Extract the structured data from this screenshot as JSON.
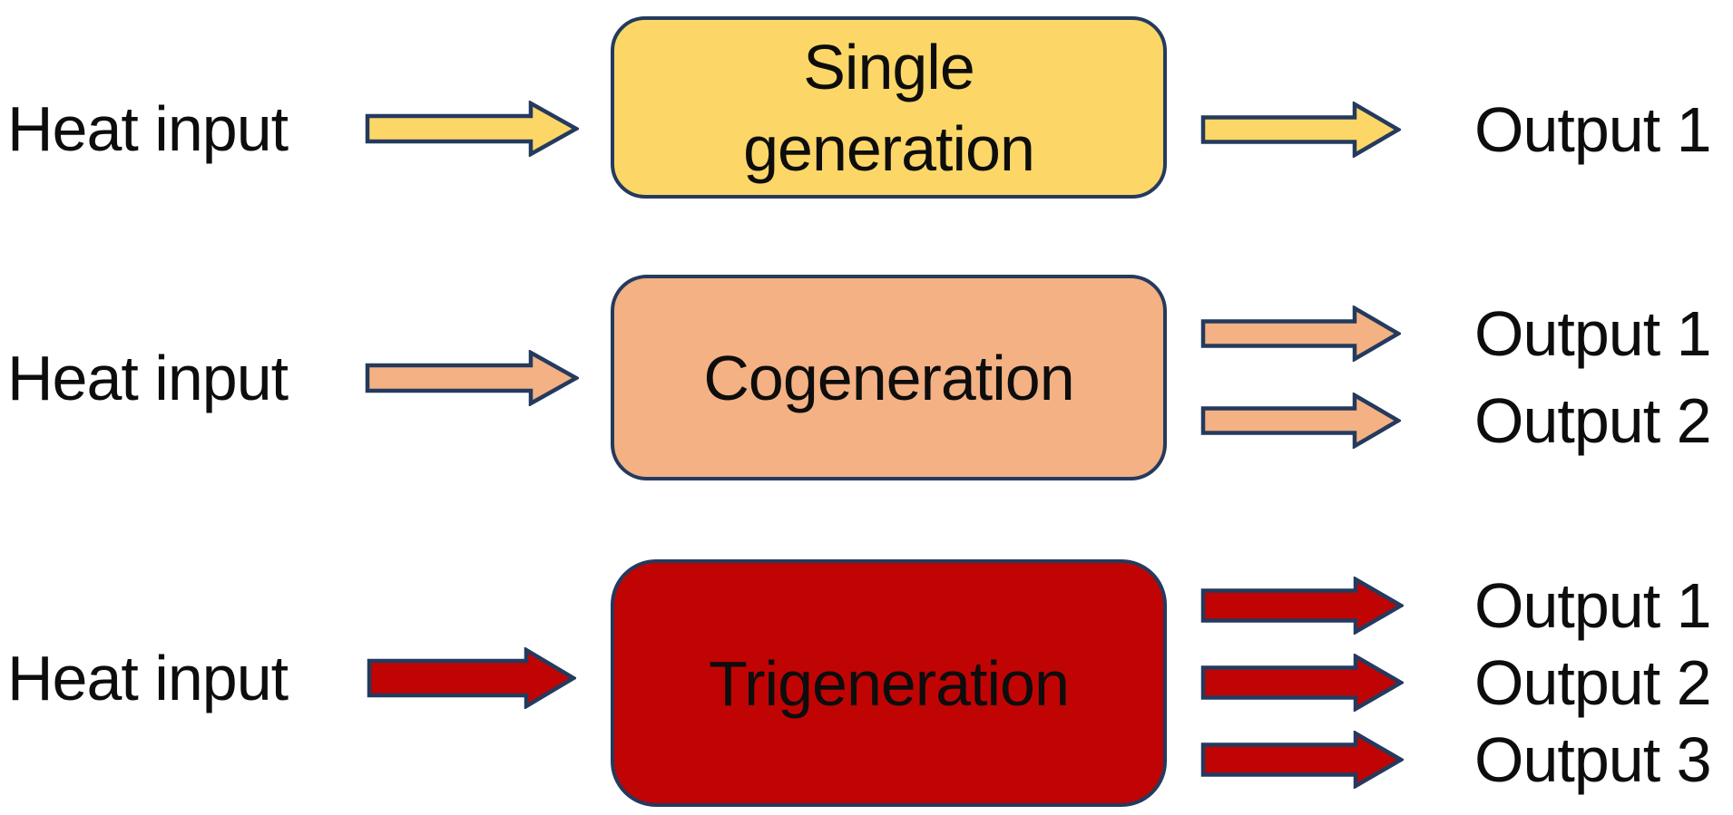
{
  "diagram": {
    "colors": {
      "single": "#FCD767",
      "cogeneration": "#F4B183",
      "trigeneration": "#C00404",
      "outline": "#243A5E",
      "text": "#0D0D0D",
      "background": "#FFFFFF"
    },
    "rows": [
      {
        "name": "single-generation",
        "input_label": "Heat input",
        "box_lines": [
          "Single",
          "generation"
        ],
        "outputs": [
          "Output 1"
        ]
      },
      {
        "name": "cogeneration",
        "input_label": "Heat input",
        "box_lines": [
          "Cogeneration"
        ],
        "outputs": [
          "Output 1",
          "Output 2"
        ]
      },
      {
        "name": "trigeneration",
        "input_label": "Heat input",
        "box_lines": [
          "Trigeneration"
        ],
        "outputs": [
          "Output 1",
          "Output 2",
          "Output 3"
        ]
      }
    ]
  }
}
